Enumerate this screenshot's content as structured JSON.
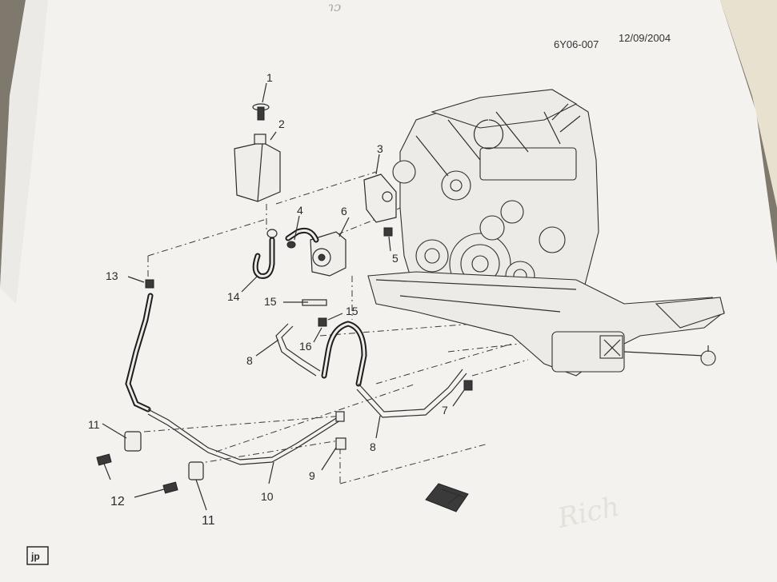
{
  "header": {
    "doc_code": "6Y06-007",
    "date": "12/09/2004"
  },
  "callouts": [
    {
      "id": "c1",
      "text": "1"
    },
    {
      "id": "c2",
      "text": "2"
    },
    {
      "id": "c3",
      "text": "3"
    },
    {
      "id": "c4",
      "text": "4"
    },
    {
      "id": "c5",
      "text": "5"
    },
    {
      "id": "c6",
      "text": "6"
    },
    {
      "id": "c7",
      "text": "7"
    },
    {
      "id": "c8a",
      "text": "8"
    },
    {
      "id": "c8b",
      "text": "8"
    },
    {
      "id": "c9",
      "text": "9"
    },
    {
      "id": "c10",
      "text": "10"
    },
    {
      "id": "c11a",
      "text": "11"
    },
    {
      "id": "c11b",
      "text": "11"
    },
    {
      "id": "c12",
      "text": "12"
    },
    {
      "id": "c13",
      "text": "13"
    },
    {
      "id": "c14",
      "text": "14"
    },
    {
      "id": "c15a",
      "text": "15"
    },
    {
      "id": "c15b",
      "text": "15"
    },
    {
      "id": "c16",
      "text": "16"
    }
  ],
  "footer_logo": "jp",
  "handwriting": "Rich",
  "colors": {
    "paper": "#f3f2ef",
    "ink": "#2a2a2a",
    "background": "#8a8378"
  }
}
